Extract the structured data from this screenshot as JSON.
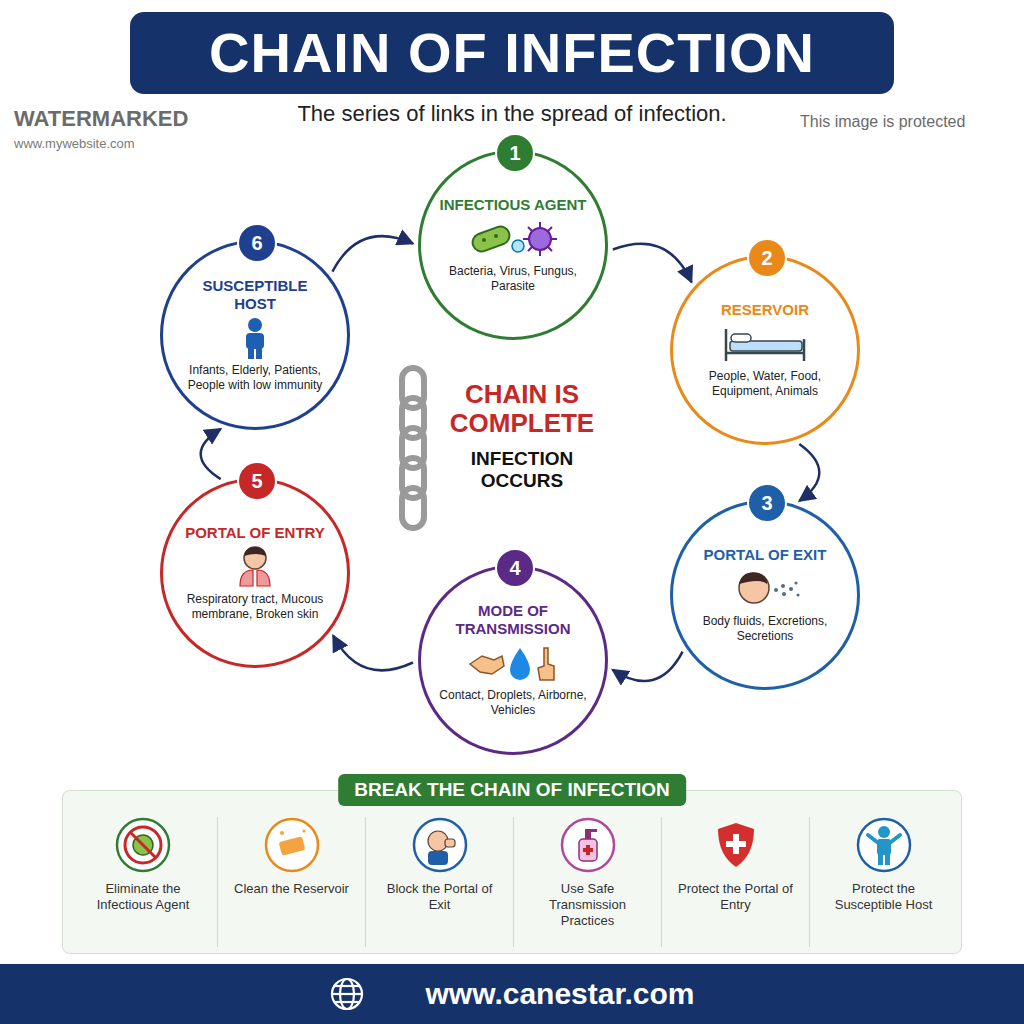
{
  "diagram": {
    "title": "CHAIN OF INFECTION",
    "caption": "The series of links in the spread of infection.",
    "nodes": [
      {
        "text": [
          "1",
          "INFECTIOUS AGENT",
          "Bacteria, Virus, Fungus, Parasite"
        ]
      },
      {
        "text": [
          "2",
          "RESERVOIR",
          "People, Water, Food, Equipment, Animals"
        ]
      },
      {
        "text": [
          "3",
          "PORTAL OF EXIT",
          "Body fluids, Excretions, Secretions"
        ]
      },
      {
        "text": [
          "4",
          "MODE OF TRANSMISSION",
          "Contact, Droplets, Airborne, Vehicles"
        ]
      },
      {
        "text": [
          "5",
          "PORTAL OF ENTRY",
          "Respiratory tract, Mucous membrane, Broken skin"
        ]
      },
      {
        "text": [
          "6",
          "SUSCEPTIBLE HOST",
          "Infants, Elderly, Patients, People with low immunity"
        ]
      },
      {
        "text": [
          "BREAK THE CHAIN OF INFECTION"
        ]
      },
      {
        "text": [
          "Eliminate the Infectious Agent"
        ],
        "in": 6
      },
      {
        "text": [
          "Clean the Reservoir"
        ],
        "in": 6
      },
      {
        "text": [
          "Block the Portal of Exit"
        ],
        "in": 6
      },
      {
        "text": [
          "Use Safe Transmission Practices"
        ],
        "in": 6
      },
      {
        "text": [
          "Protect the Portal of Entry"
        ],
        "in": 6
      },
      {
        "text": [
          "Protect the Susceptible Host"
        ],
        "in": 6
      },
      {
        "text": [
          "www.canestar.com"
        ]
      }
    ],
    "edges": [
      {
        "from": 0,
        "to": 1,
        "arrow": "to"
      },
      {
        "from": 1,
        "to": 2,
        "arrow": "to"
      },
      {
        "from": 2,
        "to": 3,
        "arrow": "to"
      },
      {
        "from": 3,
        "to": 4,
        "arrow": "to"
      },
      {
        "from": 4,
        "to": 5,
        "arrow": "to"
      },
      {
        "from": 5,
        "to": 0,
        "arrow": "to"
      }
    ],
    "labels": [
      "CHAIN IS COMPLETE",
      "INFECTION OCCURS",
      "WATERMARKED",
      "This image is protected",
      "www.mywebsite.com"
    ]
  }
}
